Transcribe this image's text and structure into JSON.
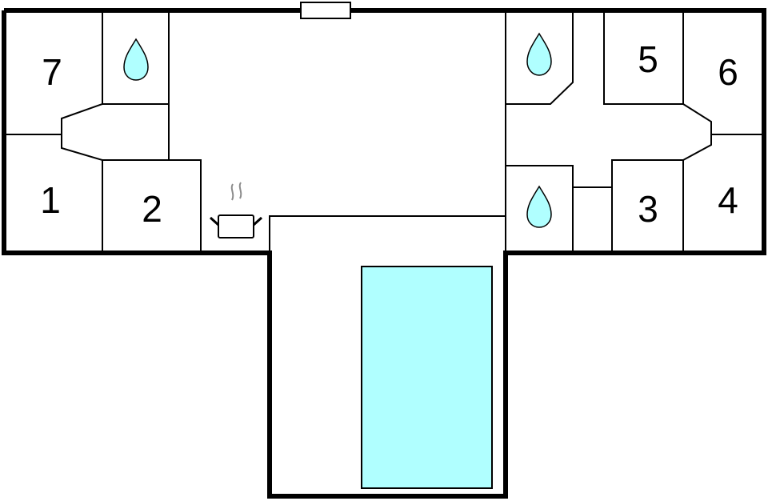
{
  "diagram": {
    "type": "floor-plan",
    "colors": {
      "wall": "#000000",
      "background": "#ffffff",
      "water": "#b0ffff",
      "steam": "#8c8c8c"
    },
    "rooms": [
      {
        "id": "7",
        "label": "7"
      },
      {
        "id": "1",
        "label": "1"
      },
      {
        "id": "2",
        "label": "2"
      },
      {
        "id": "3",
        "label": "3"
      },
      {
        "id": "4",
        "label": "4"
      },
      {
        "id": "5",
        "label": "5"
      },
      {
        "id": "6",
        "label": "6"
      }
    ],
    "bathrooms": [
      {
        "id": "bath-top-left",
        "icon": "water-drop-icon"
      },
      {
        "id": "bath-top-right",
        "icon": "water-drop-icon"
      },
      {
        "id": "bath-bottom-right",
        "icon": "water-drop-icon"
      }
    ],
    "kitchen": {
      "icon": "cooking-pot-icon"
    },
    "pool": {
      "icon": "swimming-pool"
    },
    "entrance": {
      "icon": "door-window"
    }
  }
}
